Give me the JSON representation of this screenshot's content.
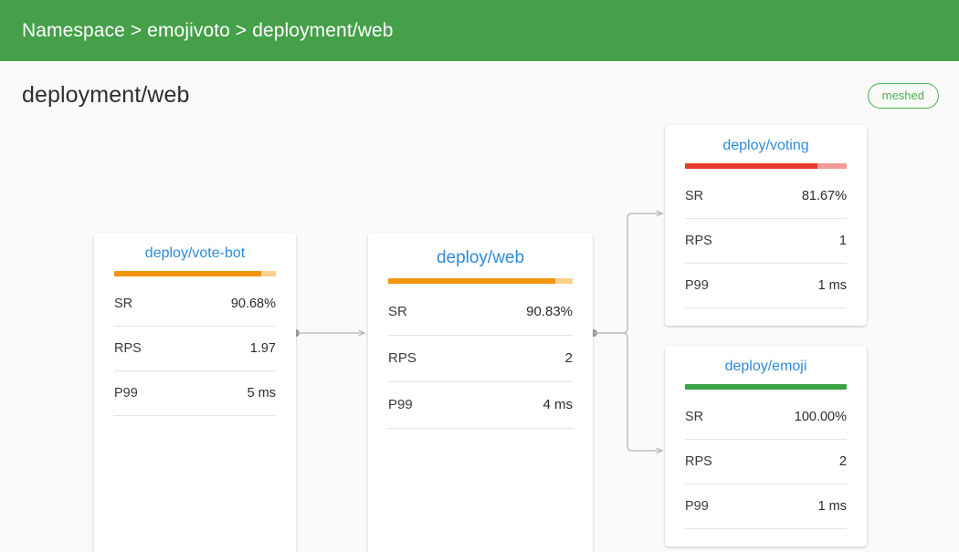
{
  "appbar": {
    "breadcrumb": "Namespace > emojivoto > deployment/web",
    "background": "#46a04a"
  },
  "page": {
    "title": "deployment/web",
    "badge": "meshed",
    "badge_color": "#4caf50",
    "background": "#fafafa"
  },
  "colors": {
    "link": "#2e8bda",
    "orange": "#f2940d",
    "orange_track": "#fbd08a",
    "red": "#e8392e",
    "red_track": "#f09b96",
    "green": "#3ba245",
    "green_track": "#9fd3a4",
    "edge": "#b5b5b5"
  },
  "metric_keys": {
    "sr": "SR",
    "rps": "RPS",
    "p99": "P99"
  },
  "nodes": [
    {
      "id": "vote-bot",
      "title": "deploy/vote-bot",
      "health": "warning",
      "bar_percent": 90.68,
      "bar_color": "#f2940d",
      "bar_track": "#fbd08a",
      "rows": [
        {
          "key": "SR",
          "value": "90.68%"
        },
        {
          "key": "RPS",
          "value": "1.97"
        },
        {
          "key": "P99",
          "value": "5 ms"
        }
      ]
    },
    {
      "id": "web",
      "title": "deploy/web",
      "health": "warning",
      "bar_percent": 90.83,
      "bar_color": "#f2940d",
      "bar_track": "#fbd08a",
      "rows": [
        {
          "key": "SR",
          "value": "90.83%"
        },
        {
          "key": "RPS",
          "value": "2"
        },
        {
          "key": "P99",
          "value": "4 ms"
        }
      ]
    },
    {
      "id": "voting",
      "title": "deploy/voting",
      "health": "error",
      "bar_percent": 81.67,
      "bar_color": "#e8392e",
      "bar_track": "#f09b96",
      "rows": [
        {
          "key": "SR",
          "value": "81.67%"
        },
        {
          "key": "RPS",
          "value": "1"
        },
        {
          "key": "P99",
          "value": "1 ms"
        }
      ]
    },
    {
      "id": "emoji",
      "title": "deploy/emoji",
      "health": "healthy",
      "bar_percent": 100.0,
      "bar_color": "#3ba245",
      "bar_track": "#9fd3a4",
      "rows": [
        {
          "key": "SR",
          "value": "100.00%"
        },
        {
          "key": "RPS",
          "value": "2"
        },
        {
          "key": "P99",
          "value": "1 ms"
        }
      ]
    }
  ],
  "edges": [
    {
      "from": "vote-bot",
      "to": "web"
    },
    {
      "from": "web",
      "to": "voting"
    },
    {
      "from": "web",
      "to": "emoji"
    }
  ]
}
